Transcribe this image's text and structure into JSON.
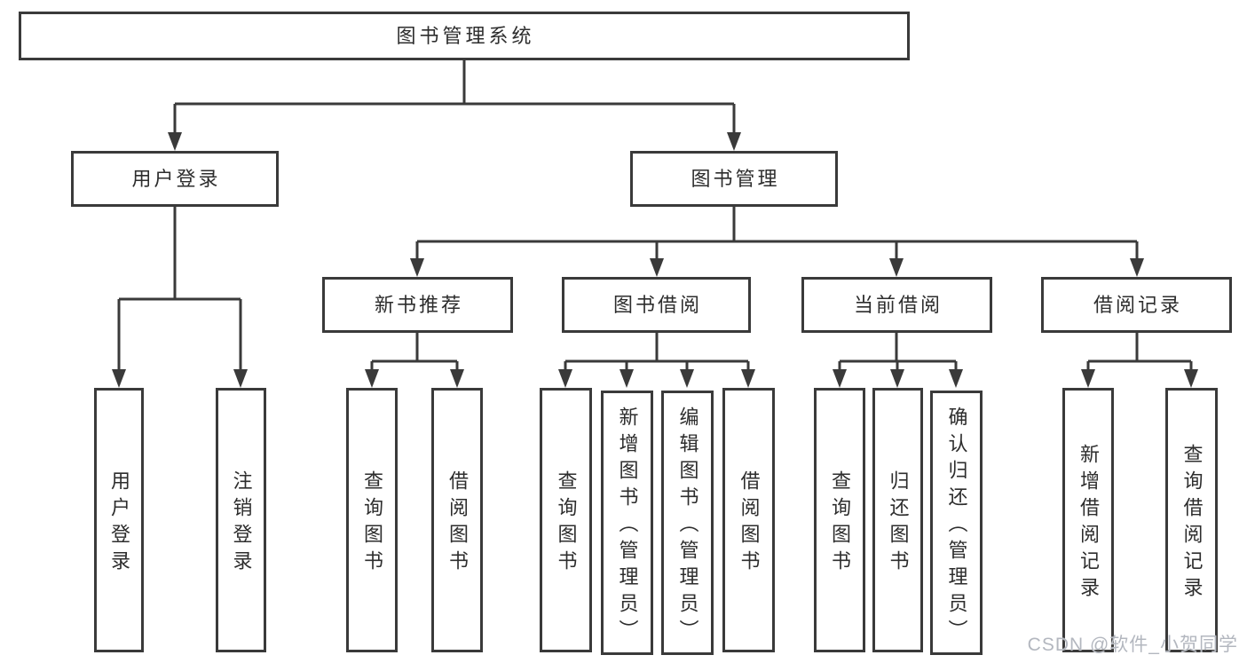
{
  "diagram": {
    "title": "图书管理系统",
    "branches": [
      {
        "label": "用户登录",
        "children": [
          {
            "label": "用户登录"
          },
          {
            "label": "注销登录"
          }
        ]
      },
      {
        "label": "图书管理",
        "children": [
          {
            "label": "新书推荐",
            "children": [
              {
                "label": "查询图书"
              },
              {
                "label": "借阅图书"
              }
            ]
          },
          {
            "label": "图书借阅",
            "children": [
              {
                "label": "查询图书"
              },
              {
                "label": "新增图书（管理员）"
              },
              {
                "label": "编辑图书（管理员）"
              },
              {
                "label": "借阅图书"
              }
            ]
          },
          {
            "label": "当前借阅",
            "children": [
              {
                "label": "查询图书"
              },
              {
                "label": "归还图书"
              },
              {
                "label": "确认归还（管理员）"
              }
            ]
          },
          {
            "label": "借阅记录",
            "children": [
              {
                "label": "新增借阅记录"
              },
              {
                "label": "查询借阅记录"
              }
            ]
          }
        ]
      }
    ]
  },
  "watermark": "CSDN @软件_小贺同学",
  "colors": {
    "line": "#3a3a3a",
    "box_border": "#3a3a3a",
    "text": "#2d2d2d",
    "watermark": "#b3b7bf"
  }
}
